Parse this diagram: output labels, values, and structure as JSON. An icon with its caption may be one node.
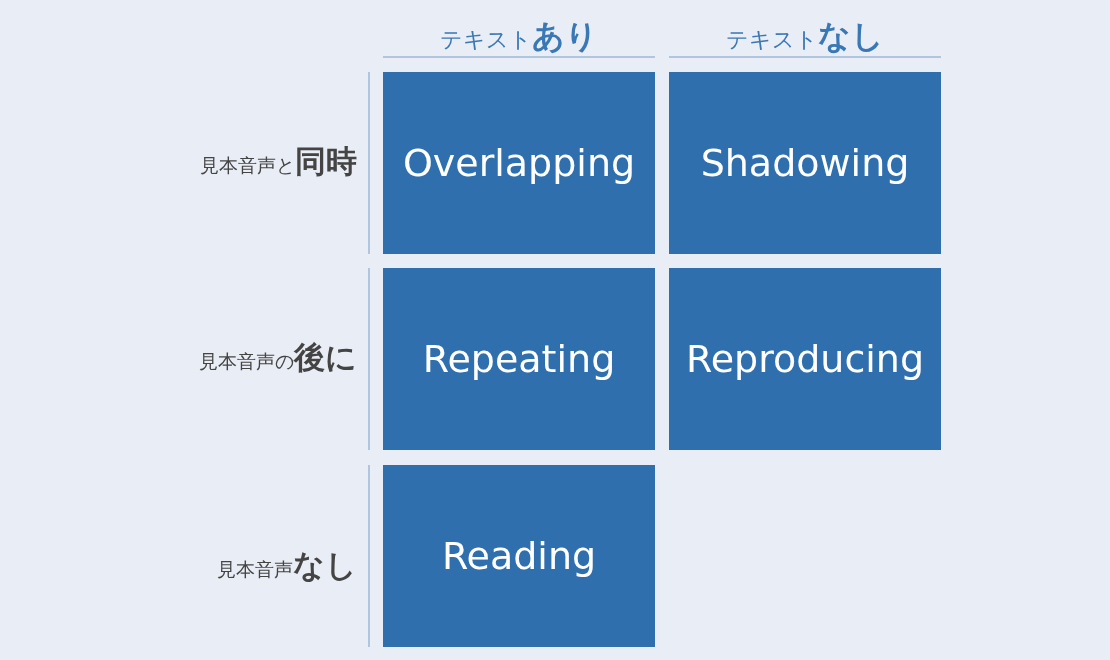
{
  "diagram": {
    "nodes": [
      {
        "text": [
          "Overlapping"
        ]
      },
      {
        "text": [
          "Shadowing"
        ]
      },
      {
        "text": [
          "Repeating"
        ]
      },
      {
        "text": [
          "Reproducing"
        ]
      },
      {
        "text": [
          "Reading"
        ]
      }
    ],
    "labels": [
      "テキスト**あり**",
      "テキスト**なし**",
      "見本音声と**同時**",
      "見本音声の**後に**",
      "見本音声**なし**"
    ]
  }
}
